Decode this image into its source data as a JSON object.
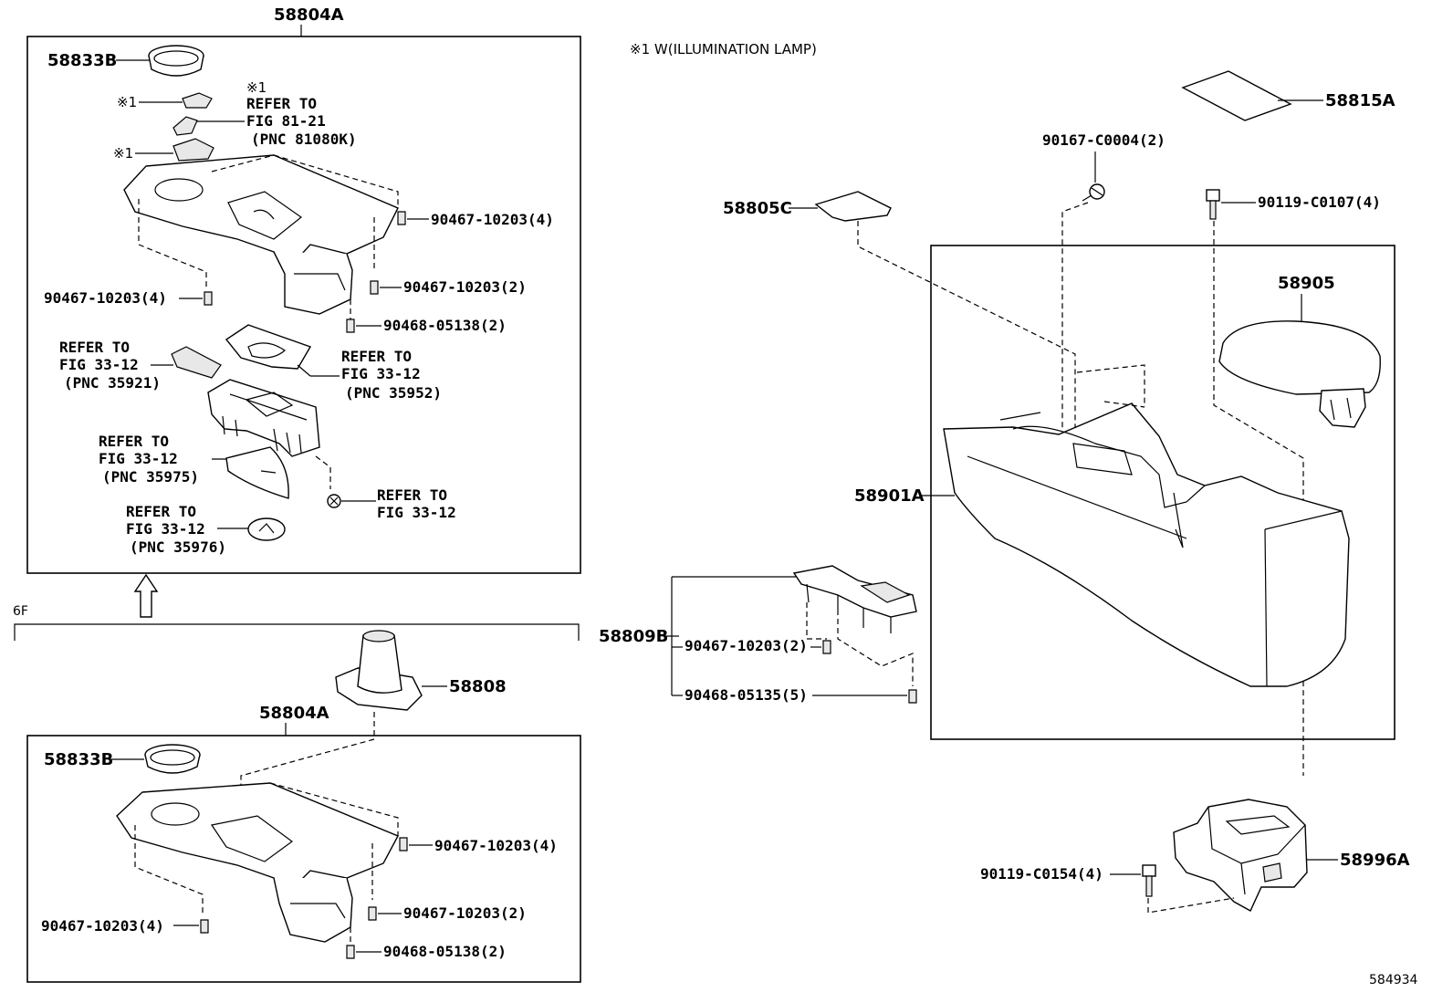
{
  "note": "※1 W(ILLUMINATION LAMP)",
  "figure_number": "584934",
  "variant_label": "6F",
  "labels": {
    "top_group": "58804A",
    "ring_top": "58833B",
    "mark1_a": "※1",
    "mark1_b": "※1",
    "mark1_c": "※1",
    "refer_81_line1": "REFER TO",
    "refer_81_line2": "FIG 81-21",
    "refer_81_line3": "(PNC 81080K)",
    "clip_a": "90467-10203(4)",
    "clip_b": "90467-10203(4)",
    "clip_c": "90467-10203(2)",
    "clip_d": "90468-05138(2)",
    "refer_35921_1": "REFER TO",
    "refer_35921_2": "FIG 33-12",
    "refer_35921_3": "(PNC 35921)",
    "refer_35952_1": "REFER TO",
    "refer_35952_2": "FIG 33-12",
    "refer_35952_3": "(PNC 35952)",
    "refer_35975_1": "REFER TO",
    "refer_35975_2": "FIG 33-12",
    "refer_35975_3": "(PNC 35975)",
    "refer_screw_1": "REFER TO",
    "refer_screw_2": "FIG 33-12",
    "refer_35976_1": "REFER TO",
    "refer_35976_2": "FIG 33-12",
    "refer_35976_3": "(PNC 35976)",
    "boot": "58808",
    "bottom_group": "58804A",
    "ring_bottom": "58833B",
    "clip_e": "90467-10203(4)",
    "clip_f": "90467-10203(4)",
    "clip_g": "90467-10203(2)",
    "clip_h": "90468-05138(2)",
    "mat": "58815A",
    "screw_top": "90167-C0004(2)",
    "lid_small": "58805C",
    "bolt_top": "90119-C0107(4)",
    "armrest": "58905",
    "console_body": "58901A",
    "panel_group": "58809B",
    "clip_i": "90467-10203(2)",
    "clip_j": "90468-05135(5)",
    "bracket": "58996A",
    "bolt_bottom": "90119-C0154(4)"
  }
}
